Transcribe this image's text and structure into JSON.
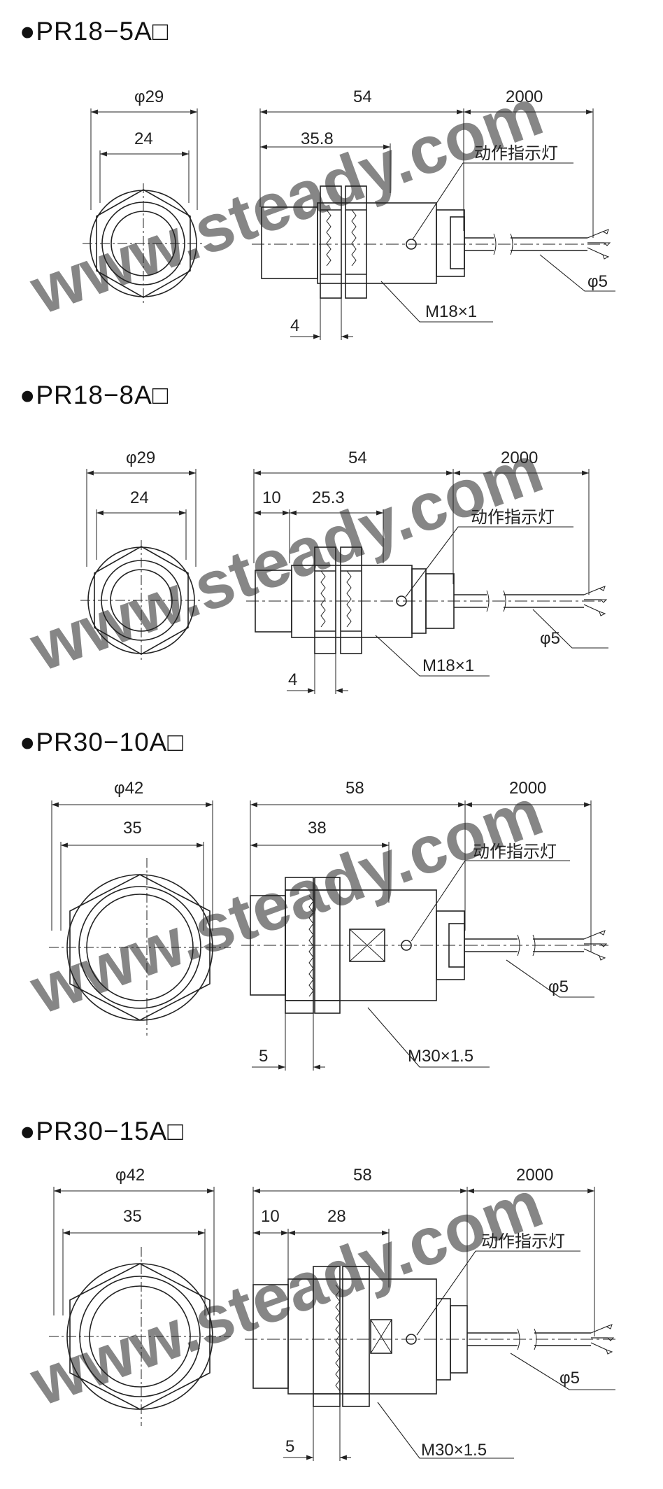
{
  "watermark": "www.steady.com",
  "parts": [
    {
      "title": "●PR18−5A□",
      "front": {
        "outer_dia": "φ29",
        "across_flats": "24"
      },
      "side": {
        "total_len": "54",
        "thread_len": "35.8",
        "cable_len": "2000",
        "indicator": "动作指示灯",
        "cable_dia": "φ5",
        "thread": "M18×1",
        "nut_w": "4"
      }
    },
    {
      "title": "●PR18−8A□",
      "front": {
        "outer_dia": "φ29",
        "across_flats": "24"
      },
      "side": {
        "total_len": "54",
        "head_len": "10",
        "thread_len": "25.3",
        "cable_len": "2000",
        "indicator": "动作指示灯",
        "cable_dia": "φ5",
        "thread": "M18×1",
        "nut_w": "4"
      }
    },
    {
      "title": "●PR30−10A□",
      "front": {
        "outer_dia": "φ42",
        "across_flats": "35"
      },
      "side": {
        "total_len": "58",
        "thread_len": "38",
        "cable_len": "2000",
        "indicator": "动作指示灯",
        "cable_dia": "φ5",
        "thread": "M30×1.5",
        "nut_w": "5"
      }
    },
    {
      "title": "●PR30−15A□",
      "front": {
        "outer_dia": "φ42",
        "across_flats": "35"
      },
      "side": {
        "total_len": "58",
        "head_len": "10",
        "thread_len": "28",
        "cable_len": "2000",
        "indicator": "动作指示灯",
        "cable_dia": "φ5",
        "thread": "M30×1.5",
        "nut_w": "5"
      }
    }
  ]
}
